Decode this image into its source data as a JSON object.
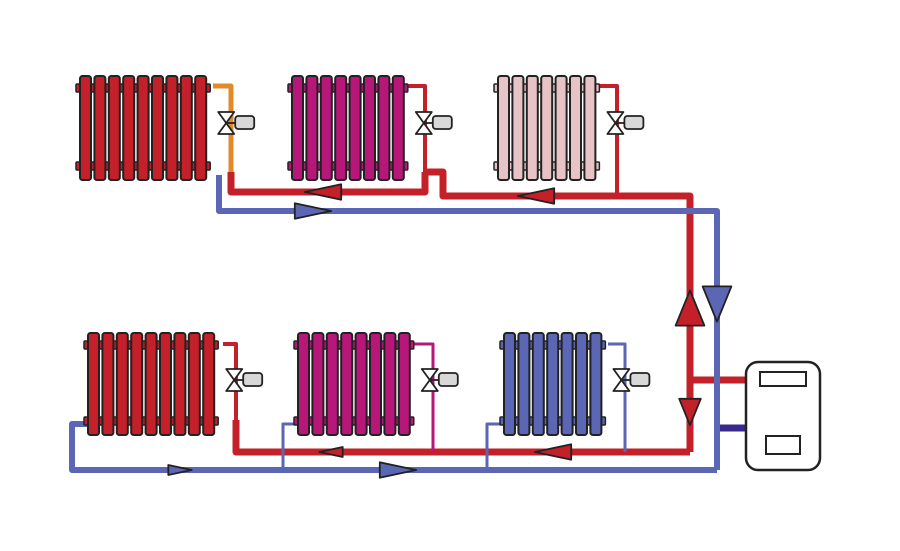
{
  "colors": {
    "background": "#ffffff",
    "supply": "#c4202a",
    "return": "#5b66b4",
    "purple_link": "#3a2a8c",
    "orange_link": "#e08a2a",
    "outline": "#222222",
    "valve_fill": "#ffffff",
    "actuator_fill": "#d8d8d8"
  },
  "radiators": [
    {
      "id": "r1",
      "row": "top",
      "fins": 9,
      "color": "#c4202a",
      "link_color": "#e08a2a"
    },
    {
      "id": "r2",
      "row": "top",
      "fins": 8,
      "color": "#b8177a",
      "link_color": "#c4202a"
    },
    {
      "id": "r3",
      "row": "top",
      "fins": 7,
      "color": "#e7c3c5",
      "link_color": "#c4202a"
    },
    {
      "id": "r4",
      "row": "bottom",
      "fins": 9,
      "color": "#c4202a",
      "link_color": "#c4202a"
    },
    {
      "id": "r5",
      "row": "bottom",
      "fins": 8,
      "color": "#b8177a",
      "link_color": "#b8177a"
    },
    {
      "id": "r6",
      "row": "bottom",
      "fins": 7,
      "color": "#5b66b4",
      "link_color": "#5b66b4"
    }
  ],
  "boiler": {
    "icon": "boiler-icon"
  },
  "flow_arrows": [
    {
      "id": "a1",
      "pipe": "supply",
      "direction": "left"
    },
    {
      "id": "a2",
      "pipe": "supply",
      "direction": "left"
    },
    {
      "id": "a3",
      "pipe": "return",
      "direction": "right"
    },
    {
      "id": "a4",
      "pipe": "supply",
      "direction": "up"
    },
    {
      "id": "a5",
      "pipe": "return",
      "direction": "down"
    },
    {
      "id": "a6",
      "pipe": "supply",
      "direction": "down"
    },
    {
      "id": "a7",
      "pipe": "supply",
      "direction": "left"
    },
    {
      "id": "a8",
      "pipe": "supply",
      "direction": "left"
    },
    {
      "id": "a9",
      "pipe": "return",
      "direction": "right"
    },
    {
      "id": "a10",
      "pipe": "return",
      "direction": "right"
    }
  ]
}
